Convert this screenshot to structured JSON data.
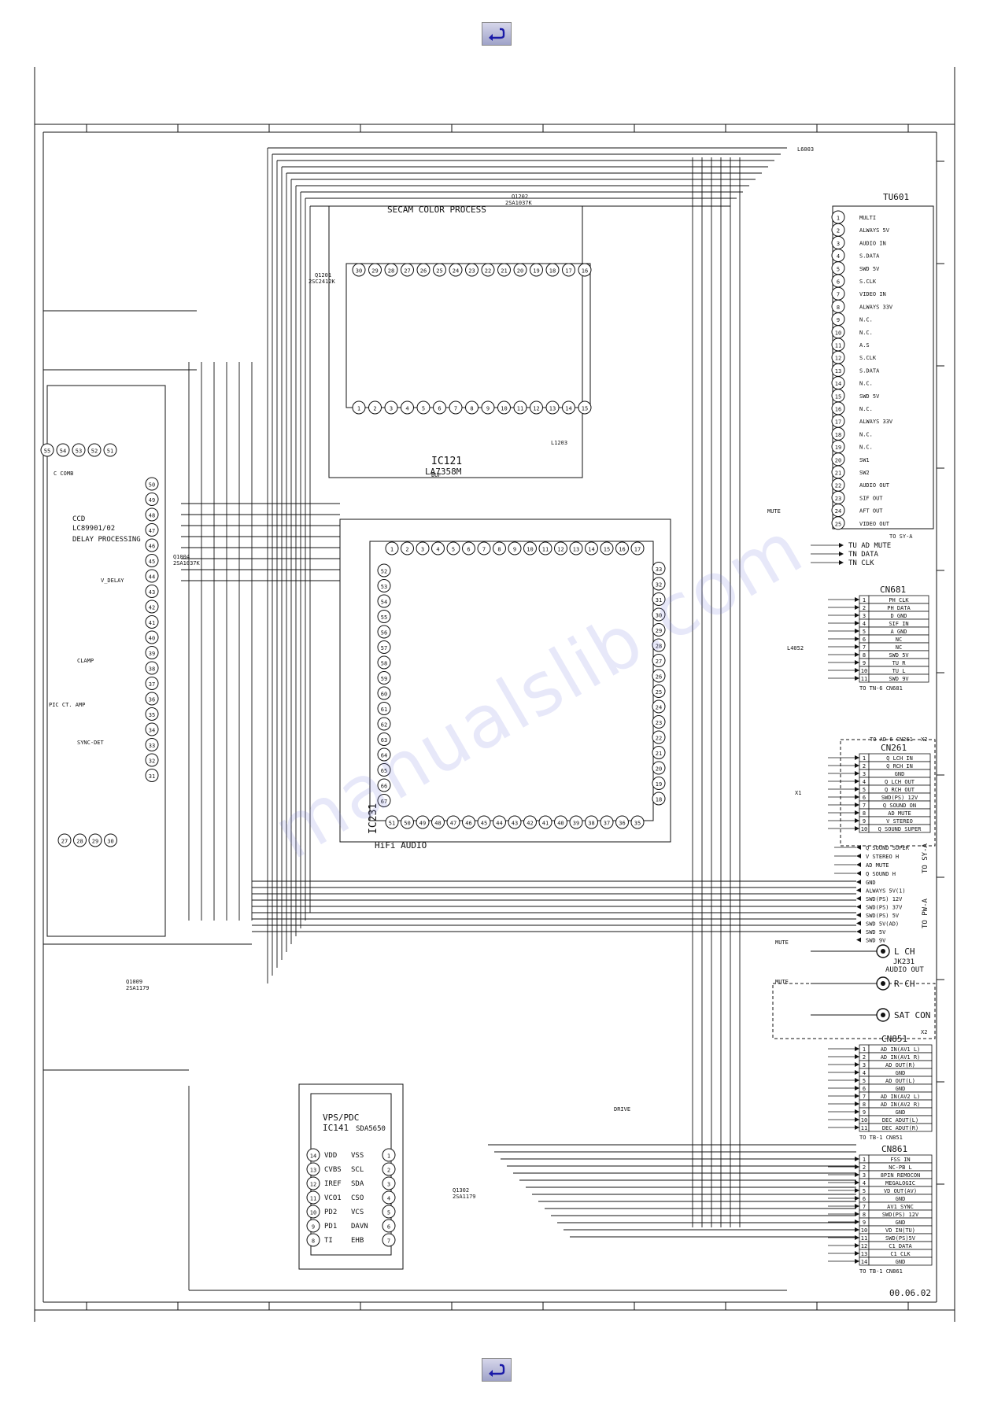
{
  "nav": {
    "back_label": "back"
  },
  "watermark": "manualslib.com",
  "tu601": {
    "title": "TU601",
    "pins": [
      "MULTI",
      "ALWAYS 5V",
      "AUDIO IN",
      "S.DATA",
      "SWD 5V",
      "S.CLK",
      "VIDEO IN",
      "ALWAYS 33V",
      "N.C.",
      "N.C.",
      "A.S",
      "S.CLK",
      "S.DATA",
      "N.C.",
      "SWD 5V",
      "N.C.",
      "ALWAYS 33V",
      "N.C.",
      "N.C.",
      "SW1",
      "SW2",
      "AUDIO OUT",
      "SIF OUT",
      "AFT OUT",
      "VIDEO OUT"
    ]
  },
  "ic121": {
    "name": "IC121",
    "part": "LA7358M",
    "title": "SECAM COLOR PROCESS"
  },
  "ic231": {
    "name": "IC231",
    "part": "HiFi AUDIO"
  },
  "ic141": {
    "name": "IC141",
    "part": "SDA5650",
    "title": "VPS/PDC",
    "left_pins": [
      "VDD",
      "CVBS",
      "IREF",
      "VCO1",
      "PD2",
      "PD1",
      "TI"
    ],
    "right_pins": [
      "VSS",
      "SCL",
      "SDA",
      "CSO",
      "VCS",
      "DAVN",
      "EHB"
    ]
  },
  "ccd": {
    "name": "CCD",
    "part": "LC89901/02",
    "label": "DELAY PROCESSING"
  },
  "to_sy_a": {
    "title": "TO SY-A",
    "items": [
      "TU AD MUTE",
      "TN DATA",
      "TN CLK"
    ]
  },
  "cn681": {
    "title": "CN681",
    "pins": [
      "PH CLK",
      "PH DATA",
      "D GND",
      "SIF IN",
      "A GND",
      "NC",
      "NC",
      "SWD 5V",
      "TU R",
      "TU L",
      "SWD 9V"
    ],
    "footer": "TO TN-6 CN681"
  },
  "cn261": {
    "header": "TO AD-6 CN261",
    "title": "CN261",
    "pins": [
      "Q LCH IN",
      "Q RCH IN",
      "GND",
      "Q LCH OUT",
      "Q RCH OUT",
      "SWD(PS) 12V",
      "Q SOUND ON",
      "AD MUTE",
      "V STEREO",
      "Q SOUND SUPER"
    ]
  },
  "to_sy_a2": {
    "title": "TO SY-A",
    "items": [
      "Q SOUND SUPER",
      "V STEREO H",
      "AD MUTE",
      "Q SOUND H"
    ]
  },
  "to_pw_a": {
    "title": "TO PW-A",
    "items": [
      "GND",
      "ALWAYS 5V(1)",
      "SWD(PS) 12V",
      "SWD(PS) 37V",
      "SWD(PS) 5V",
      "SWD 5V(AD)",
      "SWD 5V",
      "SWD 9V"
    ]
  },
  "jk231": {
    "name": "JK231",
    "label": "AUDIO OUT",
    "jacks": [
      "L CH",
      "R CH",
      "SAT CON"
    ]
  },
  "cn851": {
    "title": "CN851",
    "pins": [
      "AD IN(AV1 L)",
      "AD IN(AV1 R)",
      "AD OUT(R)",
      "GND",
      "AD OUT(L)",
      "GND",
      "AD IN(AV2 L)",
      "AD IN(AV2 R)",
      "GND",
      "DEC ADUT(L)",
      "DEC ADUT(R)"
    ],
    "footer": "TO TB-1 CN851"
  },
  "cn861": {
    "title": "CN861",
    "pins": [
      "FSS IN",
      "NC-PB L",
      "8PIN REMOCON",
      "MEGALOGIC",
      "VD OUT(AV)",
      "GND",
      "AV1 SYNC",
      "SWD(PS) 12V",
      "GND",
      "VD IN(TU)",
      "SWD(PS)5V",
      "C1 DATA",
      "C1 CLK",
      "GND"
    ],
    "footer": "TO TB-1 CN861"
  },
  "date": "00.06.02",
  "labels": {
    "q1004": "Q1004",
    "q1004p": "2SA1037K",
    "q1201": "Q1201",
    "q1201p": "2SC2412K",
    "q1202": "Q1202",
    "q1202p": "2SA1037K",
    "q1302": "Q1302",
    "q1302p": "2SA1179",
    "q1009": "Q1009",
    "q1009p": "2SA1179",
    "l1203": "L1203",
    "l6003": "L6003",
    "l4052": "L4052",
    "mute": "MUTE",
    "buf": "BUF",
    "drive": "DRIVE",
    "x1": "X1",
    "x2": "X2",
    "sync_det": "SYNC-DET",
    "pic_ct": "PIC CT. AMP",
    "v_delay": "V_DELAY",
    "clamp": "CLAMP",
    "ccomb": "C COMB"
  }
}
